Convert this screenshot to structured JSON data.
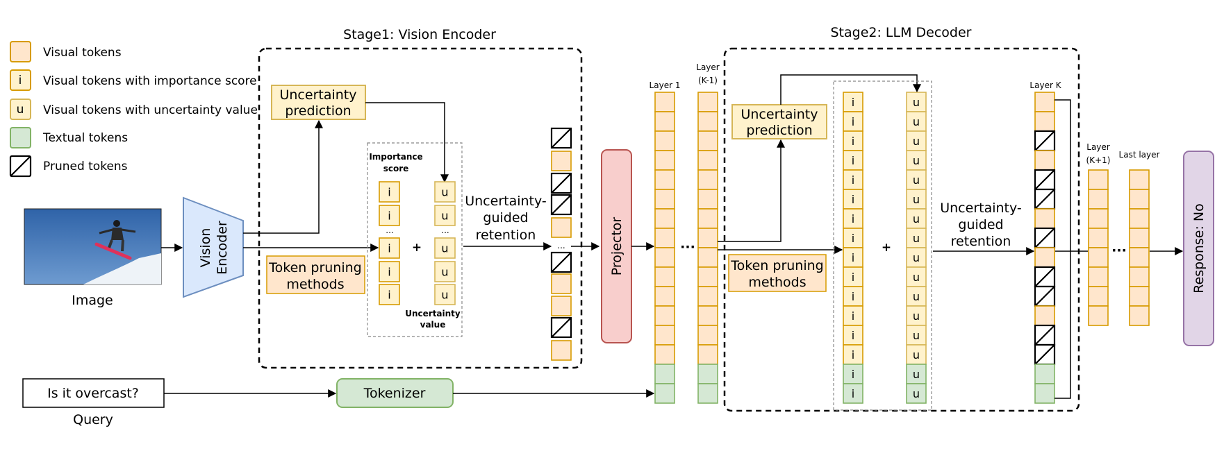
{
  "legend": {
    "visual": "Visual tokens",
    "importance": "Visual tokens with importance score",
    "uncertainty": "Visual tokens with uncertainty value",
    "textual": "Textual tokens",
    "pruned": "Pruned tokens"
  },
  "token_letters": {
    "importance": "i",
    "uncertainty": "u",
    "ellipsis": "..."
  },
  "stage1": {
    "title": "Stage1: Vision Encoder",
    "uncertainty_prediction": [
      "Uncertainty",
      "prediction"
    ],
    "token_pruning": [
      "Token pruning",
      "methods"
    ],
    "importance_label": [
      "Importance",
      "score"
    ],
    "uncertainty_label": [
      "Uncertainty",
      "value"
    ],
    "plus": "+",
    "retention": [
      "Uncertainty-",
      "guided",
      "retention"
    ]
  },
  "stage2": {
    "title": "Stage2: LLM Decoder",
    "uncertainty_prediction": [
      "Uncertainty",
      "prediction"
    ],
    "token_pruning": [
      "Token pruning",
      "methods"
    ],
    "plus": "+",
    "retention": [
      "Uncertainty-",
      "guided",
      "retention"
    ]
  },
  "image_label": "Image",
  "vision_encoder": [
    "Vision",
    "Encoder"
  ],
  "projector": "Projector",
  "query": {
    "text": "Is it overcast?",
    "label": "Query"
  },
  "tokenizer": "Tokenizer",
  "layers": {
    "layer1": "Layer 1",
    "layer_k_minus_1": [
      "Layer",
      "(K-1)"
    ],
    "layer_k": "Layer K",
    "layer_k_plus_1": [
      "Layer",
      "(K+1)"
    ],
    "last_layer": "Last layer",
    "dots": "···"
  },
  "response": "Response: No",
  "colors": {
    "visual_fill": "#ffe6cc",
    "visual_stroke": "#d79b00",
    "importance_fill": "#fff2cc",
    "importance_stroke": "#d6b656",
    "text_fill": "#d5e8d4",
    "text_stroke": "#82b366",
    "encoder_fill": "#dae8fc",
    "encoder_stroke": "#6c8ebf",
    "projector_fill": "#f8cecc",
    "projector_stroke": "#b85450",
    "response_fill": "#e1d5e7",
    "response_stroke": "#9673a6"
  }
}
